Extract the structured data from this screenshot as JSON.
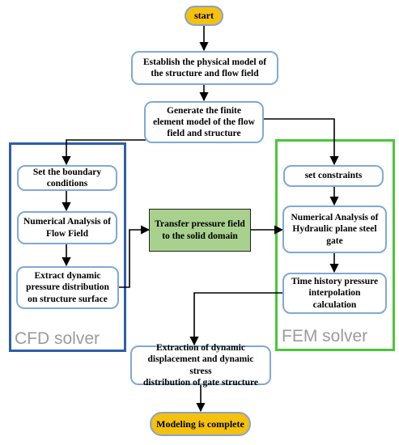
{
  "nodes": {
    "start": "start",
    "physical_model": "Establish the physical model of\nthe structure and flow field",
    "finite_element": "Generate the finite\nelement model of the flow\nfield and structure",
    "boundary": "Set the boundary\nconditions",
    "numerical_flow": "Numerical Analysis of\nFlow Field",
    "extract": "Extract dynamic\npressure distribution\non structure surface",
    "transfer": "Transfer pressure field\nto the solid domain",
    "constraints": "set constraints",
    "numerical_gate": "Numerical Analysis  of\nHydraulic plane steel\ngate",
    "time_history": "Time history pressure\ninterpolation\ncalculation",
    "extraction": "Extraction of dynamic\ndisplacement and dynamic stress\ndistribution of gate structure",
    "complete": "Modeling is complete"
  },
  "groups": {
    "cfd": "CFD solver",
    "fem": "FEM solver"
  },
  "colors": {
    "node_border": "#7fa9d9",
    "terminal_fill": "#f4c10f",
    "transfer_fill": "#a9d18e",
    "cfd_border": "#2e5fa8",
    "fem_border": "#4cc63a",
    "group_label": "#9b9b9b"
  }
}
